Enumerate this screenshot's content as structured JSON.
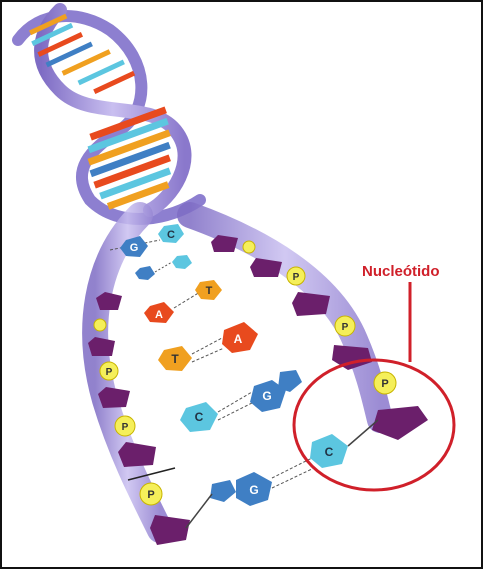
{
  "annotation": {
    "label": "Nucleótido",
    "color": "#d0202a"
  },
  "bases": {
    "g1": "G",
    "c1": "C",
    "a1": "A",
    "t1": "T",
    "t2": "T",
    "a2": "A",
    "c2": "C",
    "g2": "G",
    "c3": "C",
    "g3": "G"
  },
  "phosphate_label": "P",
  "colors": {
    "backbone": "#a89ad8",
    "sugar": "#6b1f6b",
    "phosphate": "#f5ef5a",
    "adenine": "#e84a1e",
    "thymine": "#f0a020",
    "cytosine": "#5cc6e0",
    "guanine": "#3f7fc4"
  }
}
